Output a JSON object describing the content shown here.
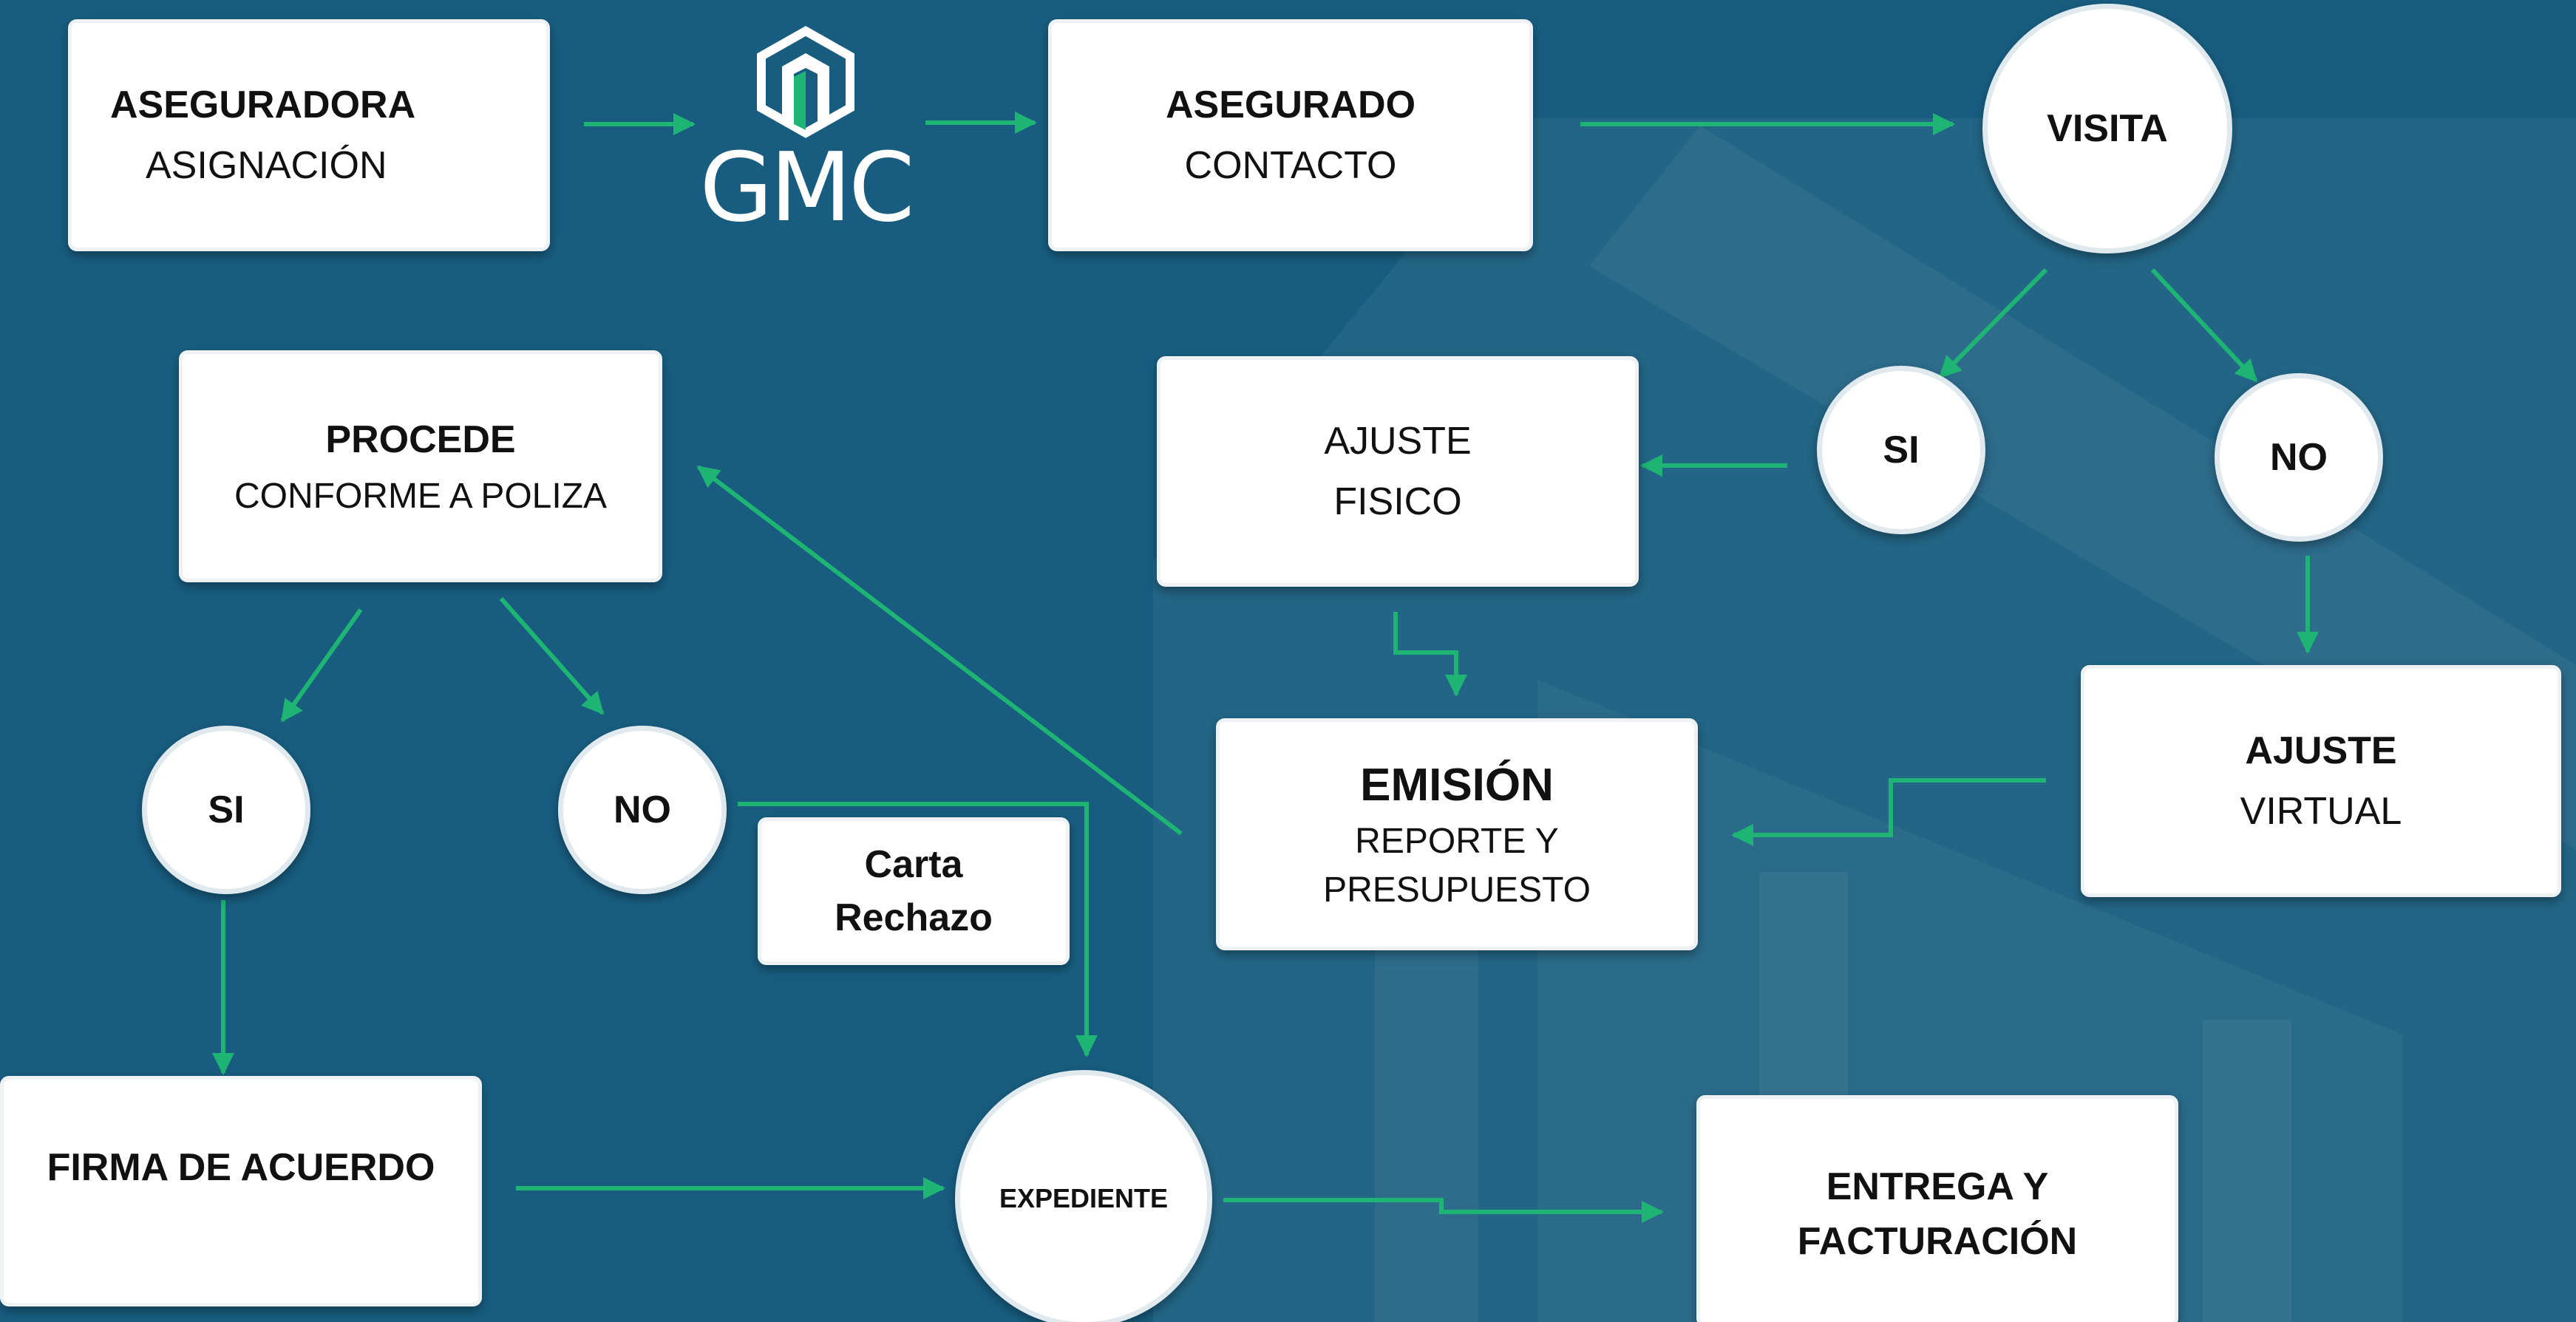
{
  "colors": {
    "background": "#185d80",
    "arrow": "#1eb473",
    "node_fill": "#ffffff"
  },
  "logo": {
    "text": "GMC",
    "icon": "gmc-hexagon-logo-icon"
  },
  "nodes": {
    "aseguradora": {
      "title": "ASEGURADORA",
      "subtitle": "ASIGNACIÓN"
    },
    "asegurado": {
      "title": "ASEGURADO",
      "subtitle": "CONTACTO"
    },
    "visita": {
      "title": "VISITA"
    },
    "visita_si": {
      "title": "SI"
    },
    "visita_no": {
      "title": "NO"
    },
    "ajuste_fisico": {
      "line1": "AJUSTE",
      "line2": "FISICO"
    },
    "ajuste_virtual": {
      "title": "AJUSTE",
      "subtitle": "VIRTUAL"
    },
    "emision": {
      "title": "EMISIÓN",
      "line1": "REPORTE Y",
      "line2": "PRESUPUESTO"
    },
    "procede": {
      "title": "PROCEDE",
      "subtitle": "CONFORME A POLIZA"
    },
    "procede_si": {
      "title": "SI"
    },
    "procede_no": {
      "title": "NO"
    },
    "carta": {
      "line1": "Carta",
      "line2": "Rechazo"
    },
    "firma": {
      "title": "FIRMA DE ACUERDO"
    },
    "expediente": {
      "title": "EXPEDIENTE"
    },
    "entrega": {
      "line1": "ENTREGA Y",
      "line2": "FACTURACIÓN"
    }
  }
}
